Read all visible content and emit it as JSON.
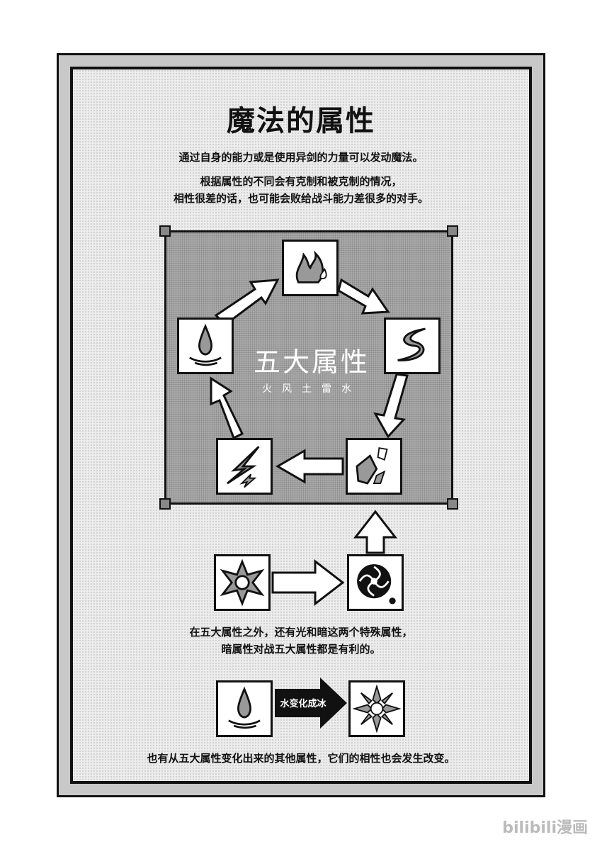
{
  "title": "魔法的属性",
  "intro": "通过自身的能力或是使用异剑的力量可以发动魔法。",
  "affinity_lines": [
    "根据属性的不同会有克制和被克制的情况，",
    "相性很差的话，也可能会败给战斗能力差很多的对手。"
  ],
  "cycle": {
    "title": "五大属性",
    "subtitle": "火风土雷水",
    "elements": [
      "fire",
      "wind",
      "earth",
      "thunder",
      "water"
    ]
  },
  "special_lines": [
    "在五大属性之外，还有光和暗这两个特殊属性，",
    "暗属性对战五大属性都是有利的。"
  ],
  "transform_label": "水变化成冰",
  "derived_line": "也有从五大属性变化出来的其他属性，它们的相性也会发生改变。",
  "watermark": "bilibili漫画"
}
